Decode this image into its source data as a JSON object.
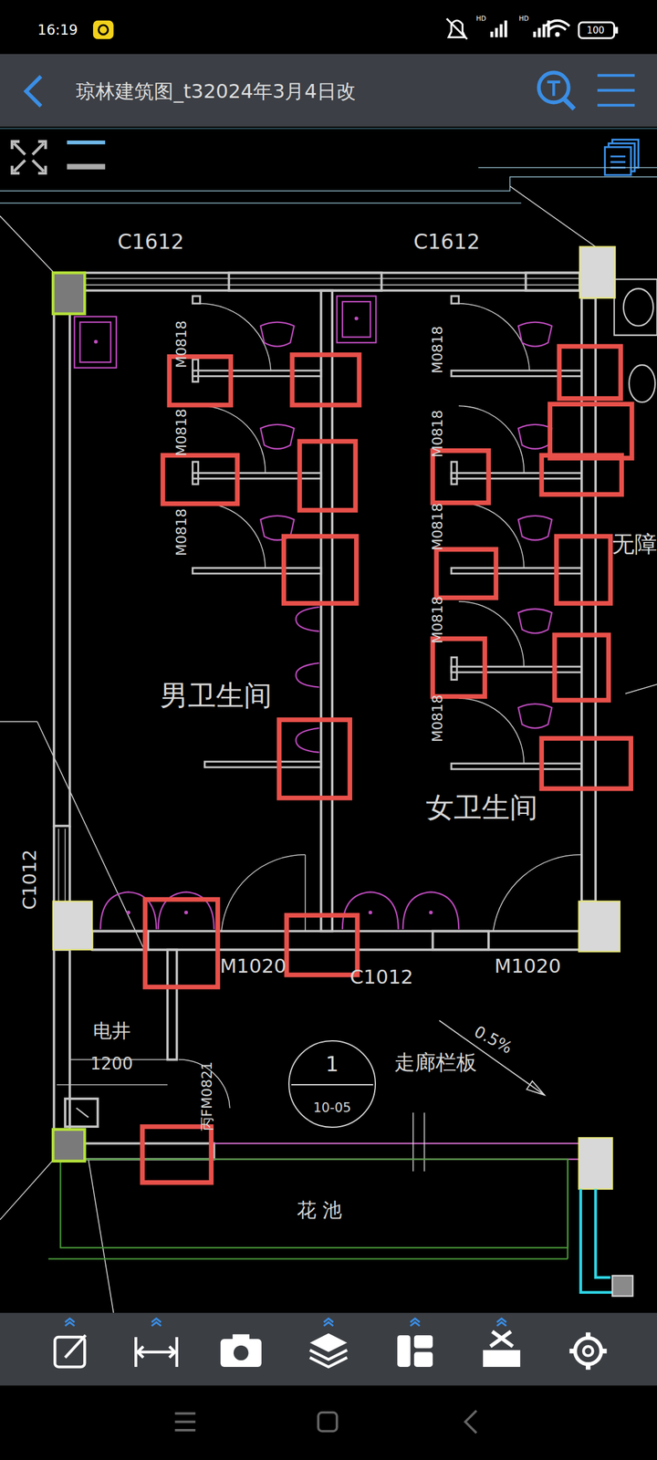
{
  "diagram": {
    "title": "琼林建筑图_t32024年3月4日改",
    "nodes": [
      {
        "text": [
          "1",
          "10-05"
        ]
      }
    ],
    "labels": [
      "16:19",
      "HD",
      "HD",
      "100",
      "C1612",
      "C1612",
      "M0818",
      "M0818",
      "M0818",
      "M0818",
      "M0818",
      "M0818",
      "M0818",
      "M0818",
      "男卫生间",
      "女卫生间",
      "无障",
      "C1012",
      "M1020",
      "C1012",
      "M1020",
      "电井",
      "1200",
      "丙FM0821",
      "走廊栏板",
      "0.5%",
      "花 池"
    ]
  }
}
